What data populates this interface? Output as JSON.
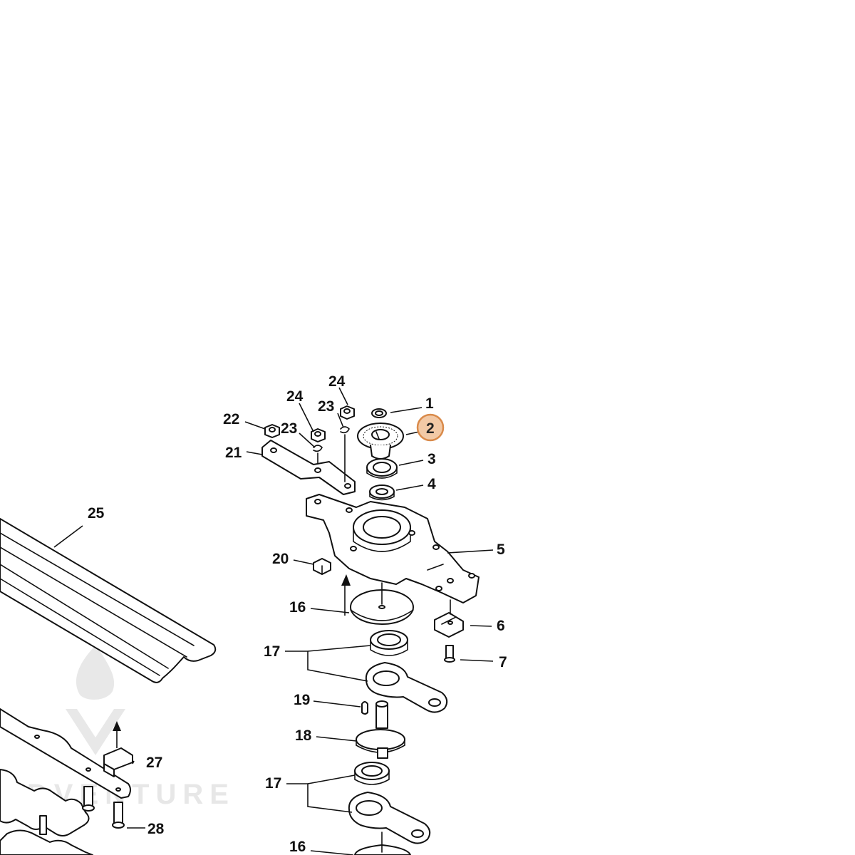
{
  "diagram": {
    "highlight_color": "#f2c9a6",
    "highlight_stroke": "#d98a4a",
    "line_color": "#111111",
    "highlighted_part": "2",
    "watermark": {
      "icon": "flame-logo-icon",
      "text": "ADVENTURE"
    },
    "callouts": {
      "c1": "1",
      "c2": "2",
      "c3": "3",
      "c4": "4",
      "c5": "5",
      "c6": "6",
      "c7": "7",
      "c16a": "16",
      "c16b": "16",
      "c17a": "17",
      "c17b": "17",
      "c18": "18",
      "c19": "19",
      "c20": "20",
      "c21": "21",
      "c22": "22",
      "c23a": "23",
      "c23b": "23",
      "c24a": "24",
      "c24b": "24",
      "c25": "25",
      "c27": "27",
      "c28": "28"
    }
  }
}
